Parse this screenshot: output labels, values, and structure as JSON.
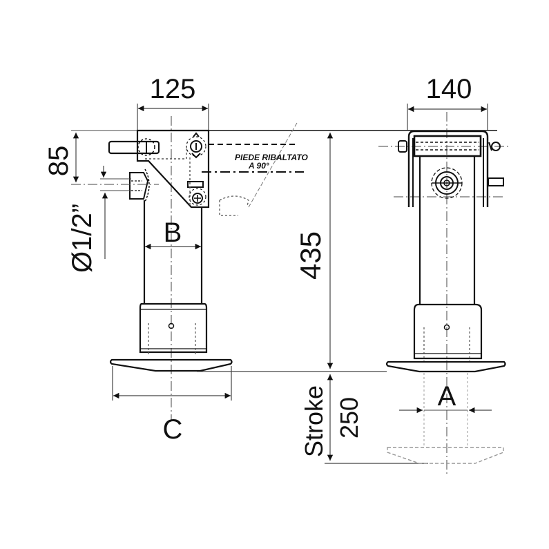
{
  "drawing": {
    "title": "Drop-leg jack technical drawing",
    "colors": {
      "line": "#111111",
      "dim_line": "#444444",
      "background": "#ffffff",
      "hidden": "#555555"
    },
    "dimensions": {
      "width_side": "125",
      "width_front": "140",
      "top_height": "85",
      "thread": "Ø1/2”",
      "overall_height": "435",
      "stroke_label": "Stroke",
      "stroke_value": "250",
      "label_a": "A",
      "label_b": "B",
      "label_c": "C"
    },
    "note": {
      "line1": "PIEDE RIBALTATO",
      "line2": "A 90°"
    }
  }
}
